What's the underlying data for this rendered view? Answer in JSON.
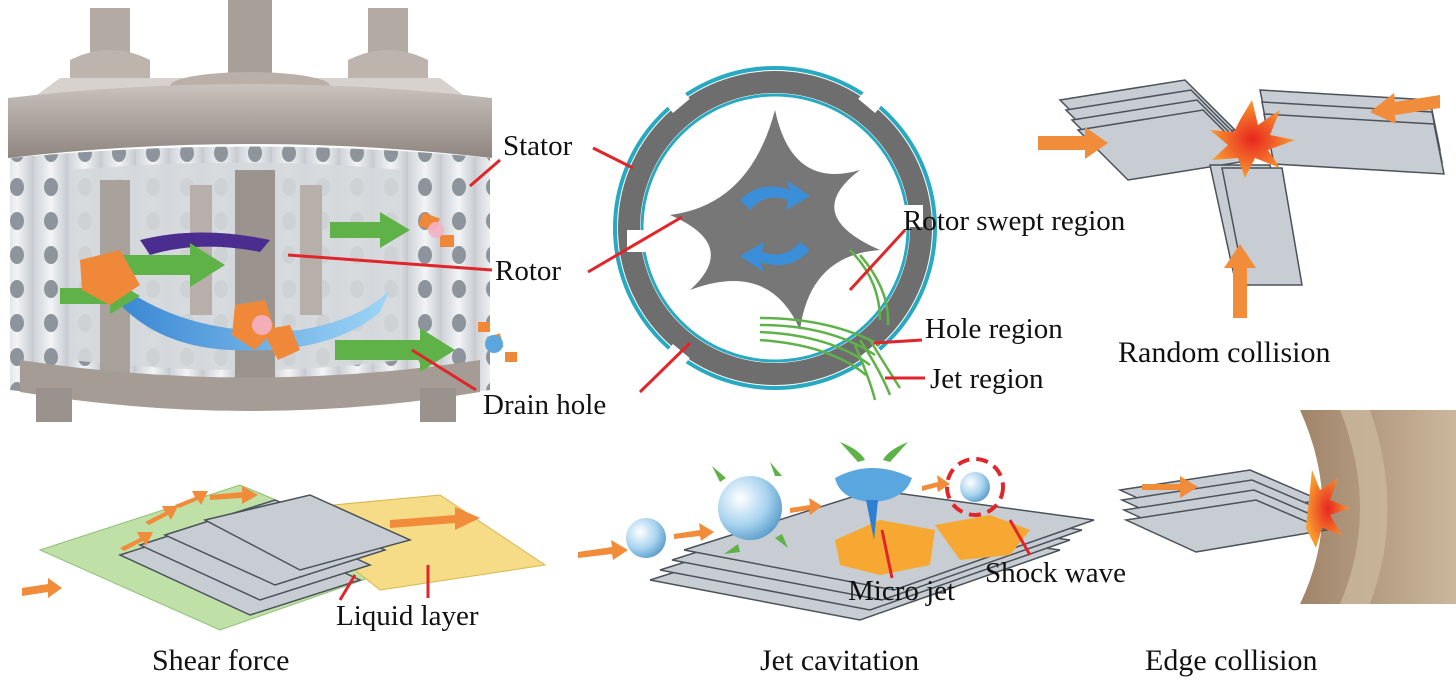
{
  "labels": {
    "stator": "Stator",
    "rotor": "Rotor",
    "drain_hole": "Drain hole",
    "rotor_swept_region": "Rotor swept region",
    "hole_region": "Hole region",
    "jet_region": "Jet region",
    "liquid_layer": "Liquid layer",
    "micro_jet": "Micro jet",
    "shock_wave": "Shock wave"
  },
  "captions": {
    "random_collision": "Random collision",
    "shear_force": "Shear force",
    "jet_cavitation": "Jet cavitation",
    "edge_collision": "Edge collision"
  },
  "colors": {
    "housing": "#9e9590",
    "housing_light": "#c4bcb7",
    "ring": "#27a9c2",
    "stator_gray": "#6e6e6e",
    "leader_red": "#e0262b",
    "arrow_orange": "#f08c3a",
    "arrow_green": "#5fb248",
    "flow_blue": "#3a8fd8",
    "particle_orange": "#f0883a",
    "sheet_gray": "#c7cdd3",
    "liquid_green": "#bfe1a8",
    "liquid_yellow": "#f6dc86",
    "bubble_blue": "#9fd0ee",
    "wall_brown": "#a38a72"
  }
}
